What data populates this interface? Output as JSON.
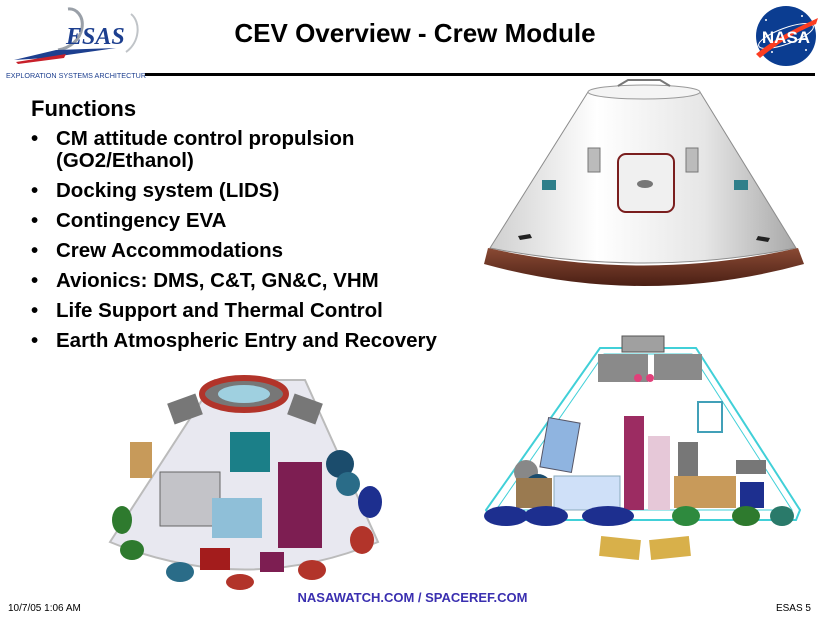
{
  "header": {
    "title": "CEV Overview - Crew Module",
    "esas_logo_text": "ESAS",
    "esas_logo_tagline": "EXPLORATION SYSTEMS ARCHITECTURE STUDY",
    "nasa_logo_text": "NASA"
  },
  "content": {
    "heading": "Functions",
    "bullet_symbol": "•",
    "functions": [
      "CM attitude control propulsion (GO2/Ethanol)",
      "Docking system (LIDS)",
      "Contingency EVA",
      "Crew Accommodations",
      "Avionics: DMS, C&T, GN&C, VHM",
      "Life Support and Thermal Control",
      "Earth Atmospheric Entry and Recovery"
    ]
  },
  "footer": {
    "link_text": "NASAWATCH.COM / SPACEREF.COM",
    "date": "10/7/05 1:06 AM",
    "page": "ESAS 5"
  },
  "colors": {
    "link": "#3a2fb0",
    "heatshield": "#6b2f1f",
    "nasa_blue": "#0b3d91",
    "nasa_red": "#fc3d21"
  }
}
